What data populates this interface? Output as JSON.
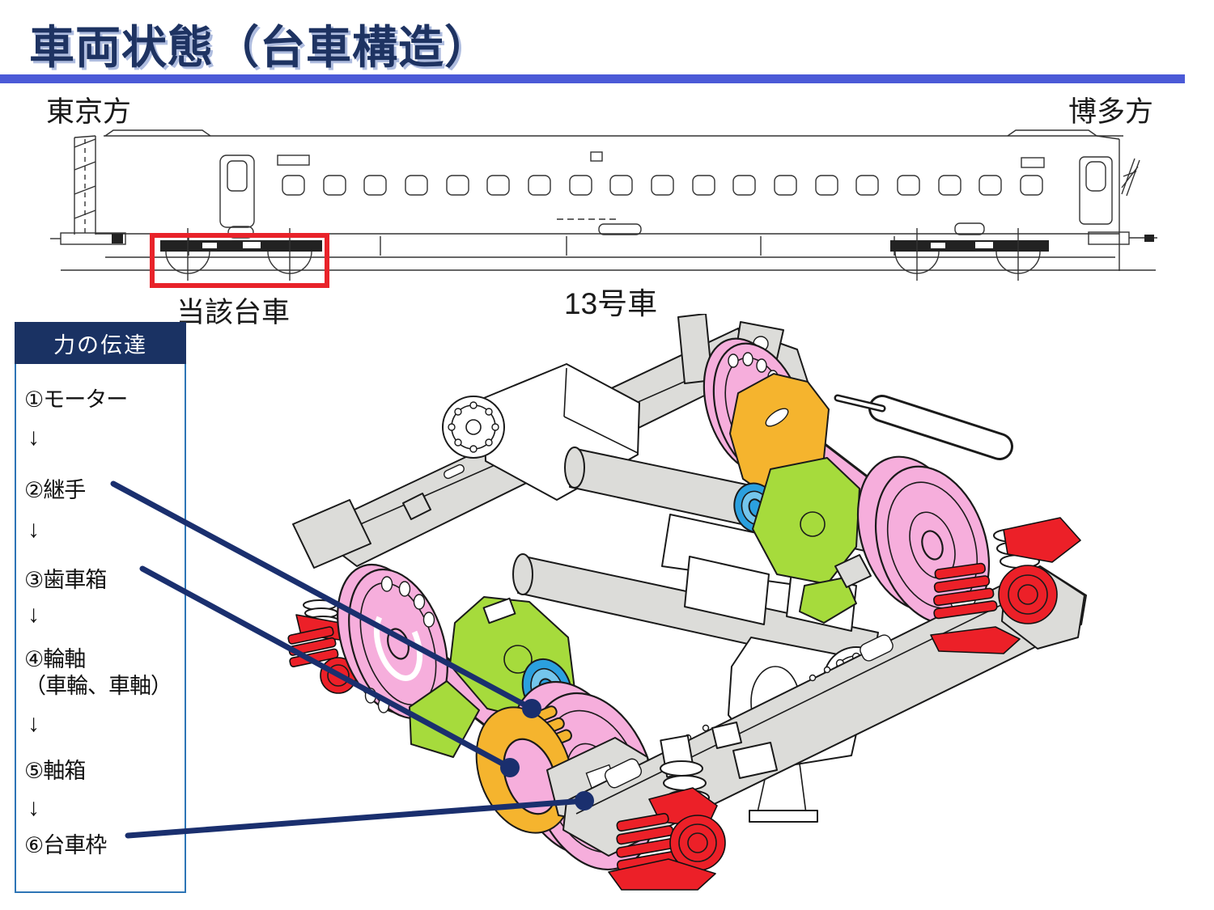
{
  "title": "車両状態（台車構造）",
  "direction_labels": {
    "left": "東京方",
    "right": "博多方"
  },
  "train": {
    "car_label": "13号車",
    "highlight_label": "当該台車"
  },
  "sidebar": {
    "header": "力の伝達",
    "flow": [
      "①モーター",
      "↓",
      "②継手",
      "↓",
      "③歯車箱",
      "↓",
      "④輪軸",
      "（車輪、車軸）",
      "↓",
      "⑤軸箱",
      "↓",
      "⑥台車枠"
    ]
  },
  "colors": {
    "title_navy": "#1E3362",
    "rule_blue": "#4B5AD7",
    "sidebar_header_navy": "#1A3263",
    "sidebar_border_blue": "#2E75B6",
    "highlight_red": "#E8232A",
    "leader_line_navy": "#1A2F6E",
    "part_pink": "#F6AEDC",
    "part_orange": "#F5B42E",
    "part_green": "#A6DB3C",
    "part_blue": "#2BA0DF",
    "part_red": "#EC2028",
    "frame_gray": "#DCDCD9"
  }
}
